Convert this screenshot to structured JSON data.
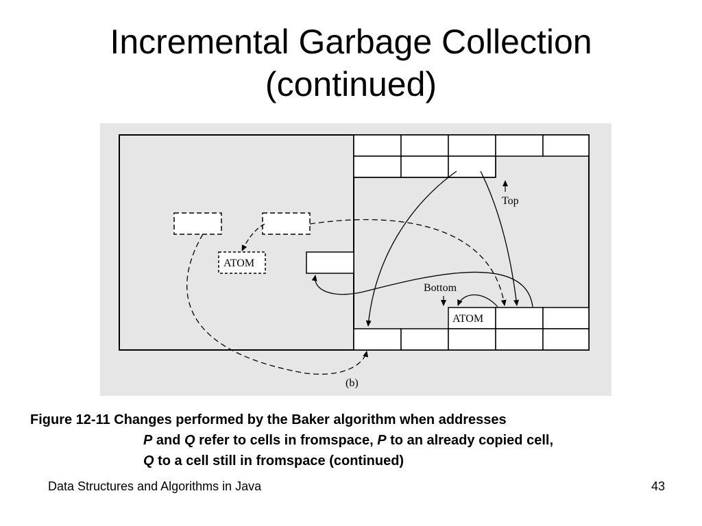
{
  "title": {
    "line1": "Incremental Garbage Collection",
    "line2": "(continued)"
  },
  "diagram": {
    "labels": {
      "top": "Top",
      "bottom": "Bottom",
      "atom_left": "ATOM",
      "atom_right": "ATOM",
      "panel": "(b)"
    }
  },
  "caption": {
    "prefix": "Figure 12-11 Changes performed by the Baker algorithm when addresses",
    "l2_p": "P",
    "l2_and": " and ",
    "l2_q": "Q",
    "l2_mid": " refer to cells in fromspace, ",
    "l2_p2": "P",
    "l2_end": " to an already copied cell,",
    "l3_q": "Q",
    "l3_end": " to a cell still in fromspace (continued)"
  },
  "footer": {
    "course": "Data Structures and Algorithms in Java",
    "page": "43"
  }
}
